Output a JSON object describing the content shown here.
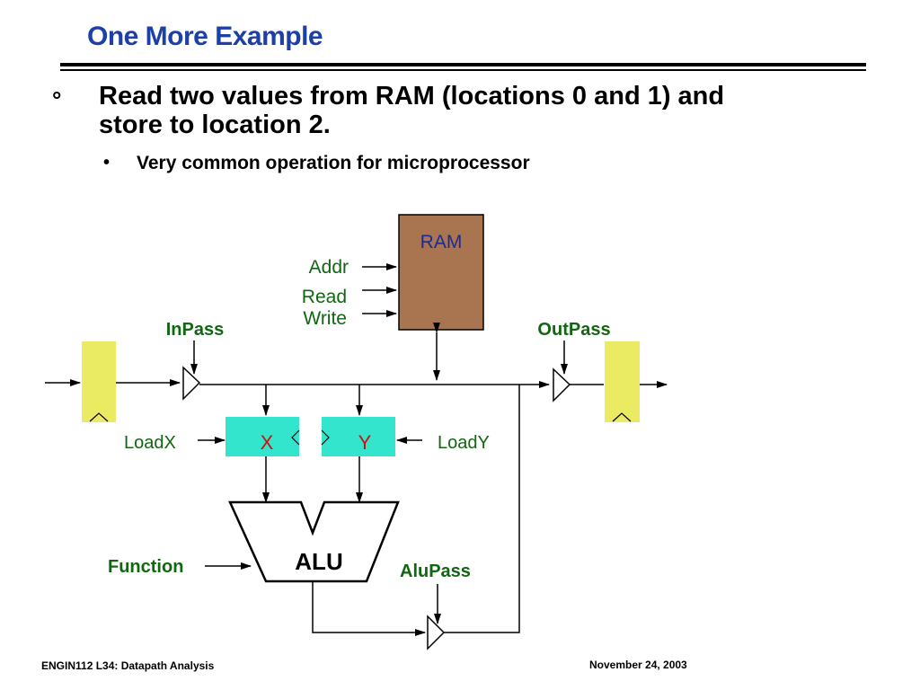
{
  "slide": {
    "title": "One More Example",
    "bullet_symbol": "°",
    "main_line1": "Read two values from RAM (locations 0 and 1) and",
    "main_line2": "store to location 2.",
    "sub_bullet_symbol": "•",
    "sub_text": "Very common operation for microprocessor"
  },
  "diagram": {
    "ram_label": "RAM",
    "ram_color": "#a97550",
    "addr_label": "Addr",
    "read_label": "Read",
    "write_label": "Write",
    "inpass_label": "InPass",
    "outpass_label": "OutPass",
    "loadx_label": "LoadX",
    "loady_label": "LoadY",
    "x_label": "X",
    "y_label": "Y",
    "alu_label": "ALU",
    "function_label": "Function",
    "alupass_label": "AluPass",
    "register_color": "#33e5cc",
    "io_register_color": "#ebeb63",
    "control_label_color": "#116611",
    "xy_text_color": "#cc1111"
  },
  "footer": {
    "left": "ENGIN112  L34: Datapath Analysis",
    "right": "November 24, 2003"
  }
}
